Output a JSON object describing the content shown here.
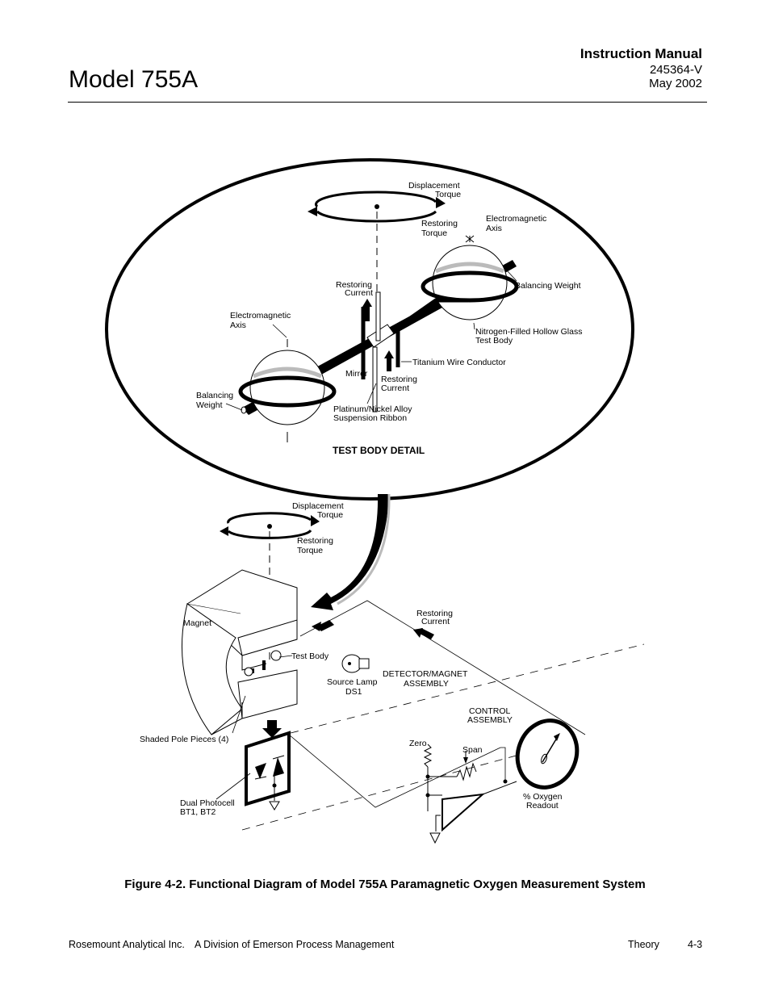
{
  "header": {
    "model_title": "Model 755A",
    "manual_title": "Instruction Manual",
    "doc_number": "245364-V",
    "doc_date": "May 2002"
  },
  "figure": {
    "detail": {
      "displacement_torque": [
        "Displacement",
        "Torque"
      ],
      "restoring_torque": [
        "Restoring",
        "Torque"
      ],
      "em_axis_right": [
        "Electromagnetic",
        "Axis"
      ],
      "restoring_current_top": [
        "Restoring",
        "Current"
      ],
      "balancing_weight_right": "Balancing Weight",
      "em_axis_left": [
        "Electromagnetic",
        "Axis"
      ],
      "nitrogen_body": [
        "Nitrogen-Filled Hollow Glass",
        "Test Body"
      ],
      "titanium": "Titanium Wire Conductor",
      "mirror": "Mirror",
      "restoring_current_bottom": [
        "Restoring",
        "Current"
      ],
      "balancing_weight_left": [
        "Balancing",
        "Weight"
      ],
      "suspension": [
        "Platinum/Nickel Alloy",
        "Suspension Ribbon"
      ],
      "title": "TEST BODY DETAIL"
    },
    "assembly": {
      "displacement_torque": [
        "Displacement",
        "Torque"
      ],
      "restoring_torque": [
        "Restoring",
        "Torque"
      ],
      "magnet": "Magnet",
      "restoring_current": [
        "Restoring",
        "Current"
      ],
      "test_body": "Test Body",
      "source_lamp": [
        "Source Lamp",
        "DS1"
      ],
      "detector_magnet": [
        "DETECTOR/MAGNET",
        "ASSEMBLY"
      ],
      "control": [
        "CONTROL",
        "ASSEMBLY"
      ],
      "shaded_poles": "Shaded Pole Pieces (4)",
      "zero": "Zero",
      "span": "Span",
      "photocell": [
        "Dual Photocell",
        "BT1, BT2"
      ],
      "oxygen_readout": [
        "% Oxygen",
        "Readout"
      ]
    }
  },
  "caption": "Figure 4-2.  Functional Diagram of Model 755A Paramagnetic Oxygen Measurement System",
  "footer": {
    "company": "Rosemount Analytical Inc.",
    "division": "A Division of Emerson Process Management",
    "section": "Theory",
    "page": "4-3"
  }
}
